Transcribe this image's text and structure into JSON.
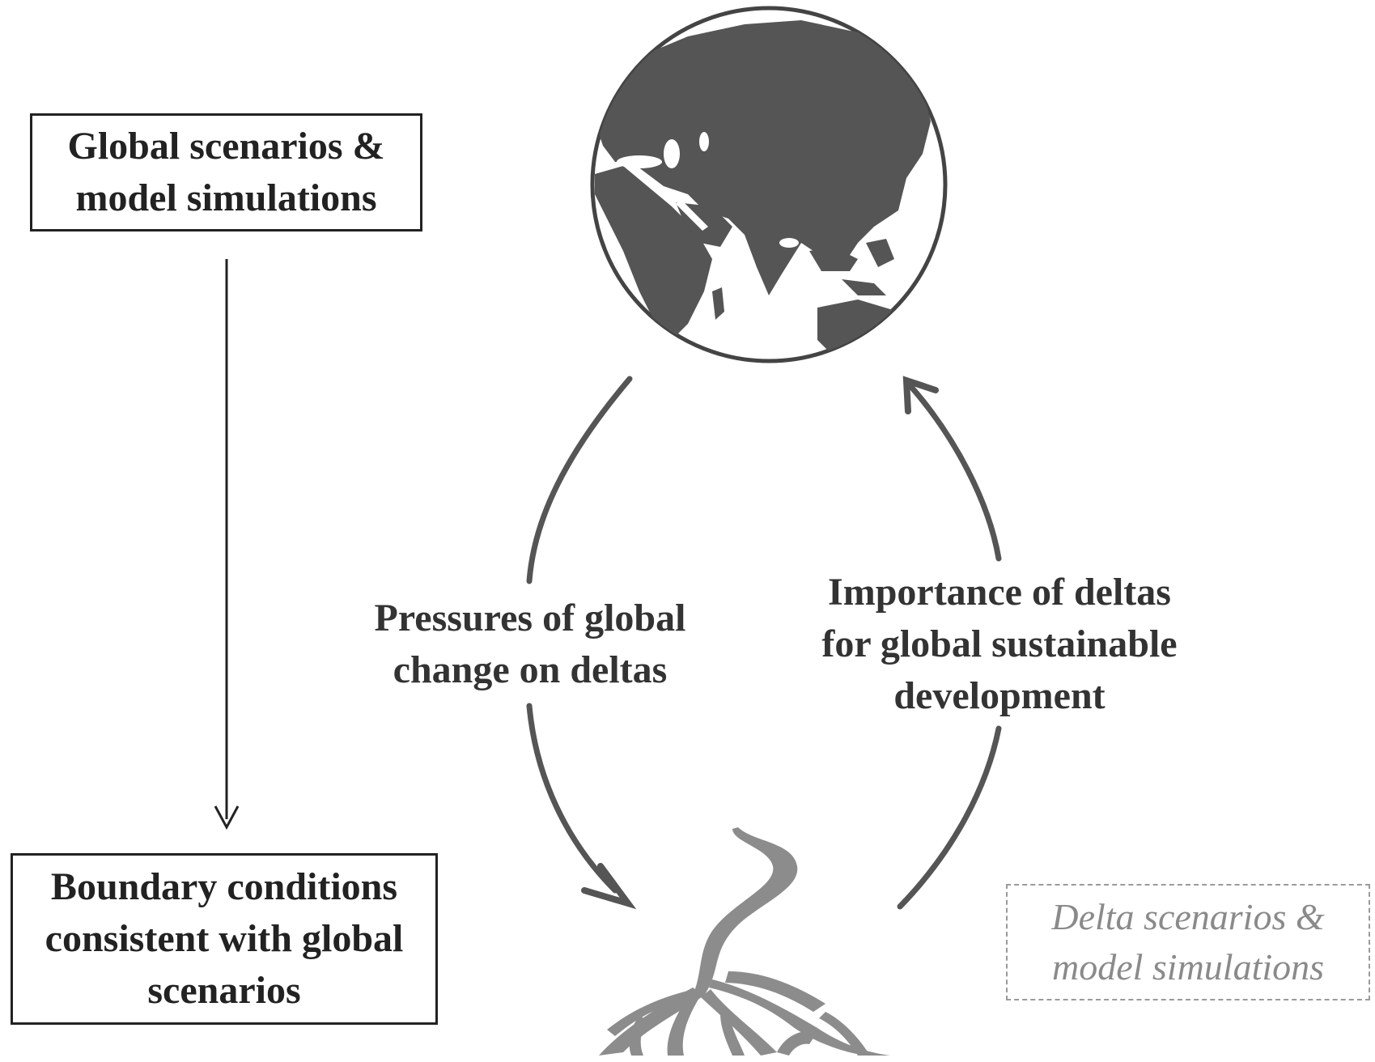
{
  "global_box": {
    "lines": [
      "Global scenarios &",
      "model simulations"
    ]
  },
  "boundary_box": {
    "lines": [
      "Boundary conditions",
      "consistent with global",
      "scenarios"
    ]
  },
  "pressures_label": {
    "lines": [
      "Pressures of global",
      "change on deltas"
    ]
  },
  "importance_label": {
    "lines": [
      "Importance of deltas",
      "for global sustainable",
      "development"
    ]
  },
  "delta_box": {
    "lines": [
      "Delta scenarios &",
      "model simulations"
    ]
  },
  "icons": {
    "globe": "globe-icon",
    "delta": "river-delta-icon"
  },
  "colors": {
    "box_border": "#222222",
    "arrow_dark": "#222222",
    "arrow_grey": "#555555",
    "globe_land": "#555555",
    "delta": "#8c8c8c",
    "dashed_border": "#9a9a9a"
  }
}
